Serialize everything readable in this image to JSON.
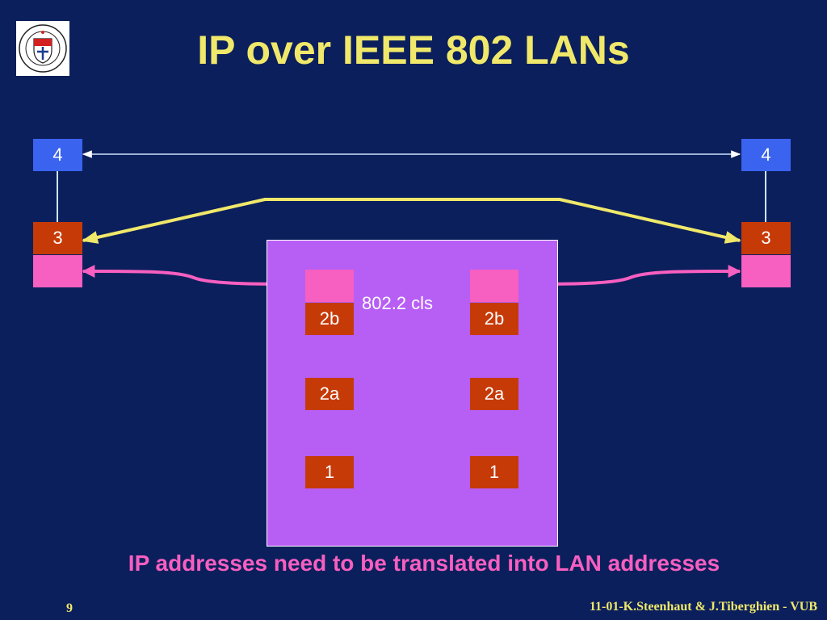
{
  "title": "IP over IEEE 802 LANs",
  "left_stack": {
    "l4": "4",
    "l3": "3"
  },
  "right_stack": {
    "l4": "4",
    "l3": "3"
  },
  "lan": {
    "left": {
      "b": "2b",
      "a": "2a",
      "phy": "1"
    },
    "right": {
      "b": "2b",
      "a": "2a",
      "phy": "1"
    },
    "cls_label": "802.2 cls"
  },
  "caption": "IP addresses need to be translated into LAN addresses",
  "page_number": "9",
  "footer": "11-01-K.Steenhaut & J.Tiberghien - VUB",
  "colors": {
    "background": "#0b1f5c",
    "title": "#f0e86a",
    "layer4": "#3a63f0",
    "layer3": "#c63a08",
    "pink": "#f75fc0",
    "lan": "#b75ef5"
  }
}
